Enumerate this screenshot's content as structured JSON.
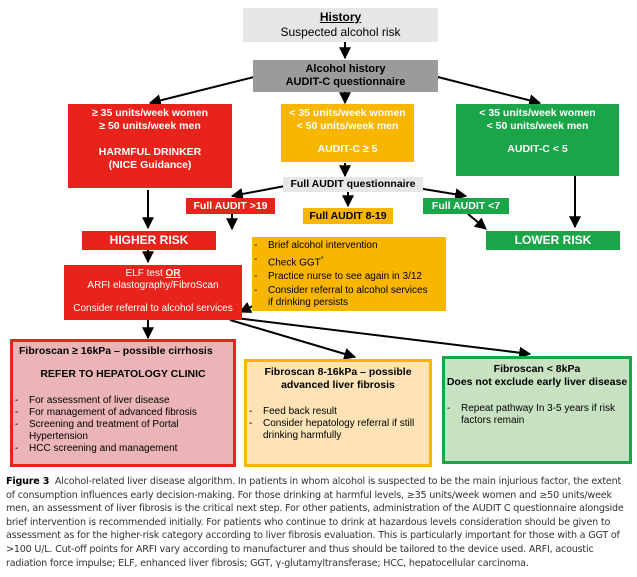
{
  "history": {
    "title": "History",
    "subtitle": "Suspected alcohol risk"
  },
  "alcohol_history": {
    "line1": "Alcohol history",
    "line2": "AUDIT-C questionnaire"
  },
  "harmful": {
    "line1": "≥ 35 units/week women",
    "line2": "≥ 50 units/week men",
    "line3": "HARMFUL DRINKER",
    "line4": "(NICE Guidance)"
  },
  "middle": {
    "line1": "< 35 units/week women",
    "line2": "< 50 units/week men",
    "line3": "AUDIT-C ≥ 5"
  },
  "right": {
    "line1": "< 35 units/week women",
    "line2": "< 50 units/week men",
    "line3": "AUDIT-C < 5"
  },
  "full_audit": "Full AUDIT questionnaire",
  "audit_gt19": "Full AUDIT >19",
  "audit_8_19": "Full AUDIT 8-19",
  "audit_lt7": "Full AUDIT <7",
  "higher_risk": "HIGHER RISK",
  "lower_risk": "LOWER RISK",
  "intervention": {
    "items": [
      "Brief alcohol intervention",
      "Check GGT",
      "Practice nurse to see again in 3/12",
      "Consider referral to alcohol services",
      "if drinking persists"
    ],
    "superscript": "*"
  },
  "elf": {
    "line1a": "ELF test ",
    "line1b": "OR",
    "line2": "ARFI elastography/FibroScan",
    "line3": "Consider referral to alcohol services"
  },
  "fibro_high": {
    "title": "Fibroscan ≥ 16kPa – possible cirrhosis",
    "subtitle": "REFER TO HEPATOLOGY CLINIC",
    "items": [
      "For assessment of liver disease",
      "For management of advanced fibrosis",
      "Screening and treatment of Portal Hypertension",
      "HCC screening and management"
    ]
  },
  "fibro_mid": {
    "title1": "Fibroscan 8-16kPa – possible",
    "title2": "advanced liver fibrosis",
    "items": [
      "Feed back result",
      "Consider hepatology referral if still drinking harmfully"
    ]
  },
  "fibro_low": {
    "title1": "Fibroscan < 8kPa",
    "title2": "Does not exclude early liver disease",
    "items": [
      "Repeat pathway In 3-5 years if risk factors remain"
    ]
  },
  "caption": {
    "label": "Figure 3",
    "text": "Alcohol-related liver disease algorithm. In patients in whom alcohol is suspected to be the main injurious factor, the extent of consumption influences early decision-making. For those drinking at harmful levels, ≥35 units/week women and ≥50 units/week men, an assessment of liver fibrosis is the critical next step. For other patients, administration of the AUDIT C questionnaire alongside brief intervention is recommended initially. For patients who continue to drink at hazardous levels consideration should be given to assessment as for the higher-risk category according to liver fibrosis evaluation. This is particularly important for those with a GGT of >100 U/L. Cut-off points for ARFI vary according to manufacturer and thus should be tailored to the device used. ARFI, acoustic radiation force impulse; ELF, enhanced liver fibrosis; GGT, γ-glutamyltransferase; HCC, hepatocellular carcinoma."
  },
  "colors": {
    "red": "#e8231b",
    "amber": "#f9b600",
    "green": "#1aa548",
    "grey_dark": "#9b9b9b",
    "grey_light": "#e6e6e6",
    "pink_fill": "#ebb5b7",
    "amber_fill": "#fde3b5",
    "green_fill": "#c8e2c1"
  }
}
